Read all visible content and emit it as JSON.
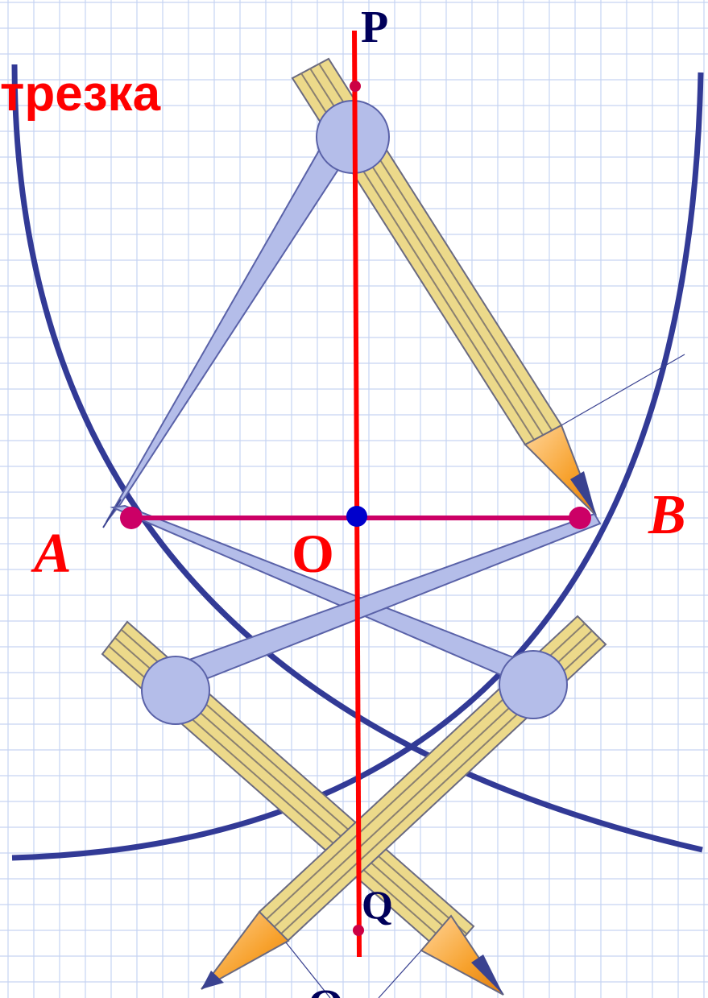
{
  "title_fragment": "трезка",
  "labels": {
    "point_a": "A",
    "point_b": "B",
    "point_o": "O",
    "point_p": "P",
    "point_q": "Q"
  },
  "colors": {
    "grid": "#c6d4f2",
    "arc": "#323a96",
    "bisector": "#ff0000",
    "segment": "#cc0066",
    "point_o": "#0000cc",
    "label_red": "#ff0000",
    "label_navy": "#00005a",
    "compass_leg": "#b4bde9",
    "compass_stroke": "#5a62a8",
    "pencil_body": "#ecd98a",
    "pencil_stroke": "#6a6a80",
    "pencil_tip": "#f7a12c",
    "pencil_lead": "#3a4290"
  },
  "icons": {
    "compass_top": "compass-icon",
    "compass_left": "compass-icon",
    "compass_right": "compass-icon"
  }
}
